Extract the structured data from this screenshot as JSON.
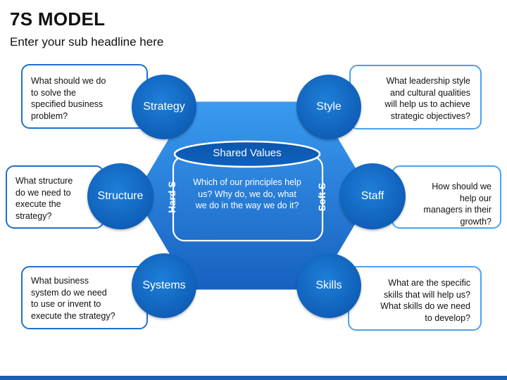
{
  "header": {
    "title": "7S MODEL",
    "subtitle": "Enter your sub headline here"
  },
  "center": {
    "shared_values": "Shared Values",
    "question": "Which of our principles help us? Why do, we do, what we do in the way we do it?",
    "left_label": "Hard S",
    "right_label": "Soft S"
  },
  "nodes": {
    "strategy": {
      "label": "Strategy",
      "question": "What should we do to solve the specified business problem?"
    },
    "structure": {
      "label": "Structure",
      "question": "What structure do we need to execute the strategy?"
    },
    "systems": {
      "label": "Systems",
      "question": "What business system do we need to use or invent to execute the strategy?"
    },
    "style": {
      "label": "Style",
      "question": "What leadership style and cultural qualities will help us to achieve strategic objectives?"
    },
    "staff": {
      "label": "Staff",
      "question": "How should we help our managers in their growth?"
    },
    "skills": {
      "label": "Skills",
      "question": "What are the specific skills that will help us? What skills do we need to develop?"
    }
  },
  "colors": {
    "hexagon_top": "#3a9bf0",
    "hexagon_bottom": "#1760bf",
    "circle": "#0f5fb8",
    "box_border_left": "#1f6fd0",
    "box_border_right": "#4aa3ef",
    "bottom_bar": "#1b5fb4"
  }
}
